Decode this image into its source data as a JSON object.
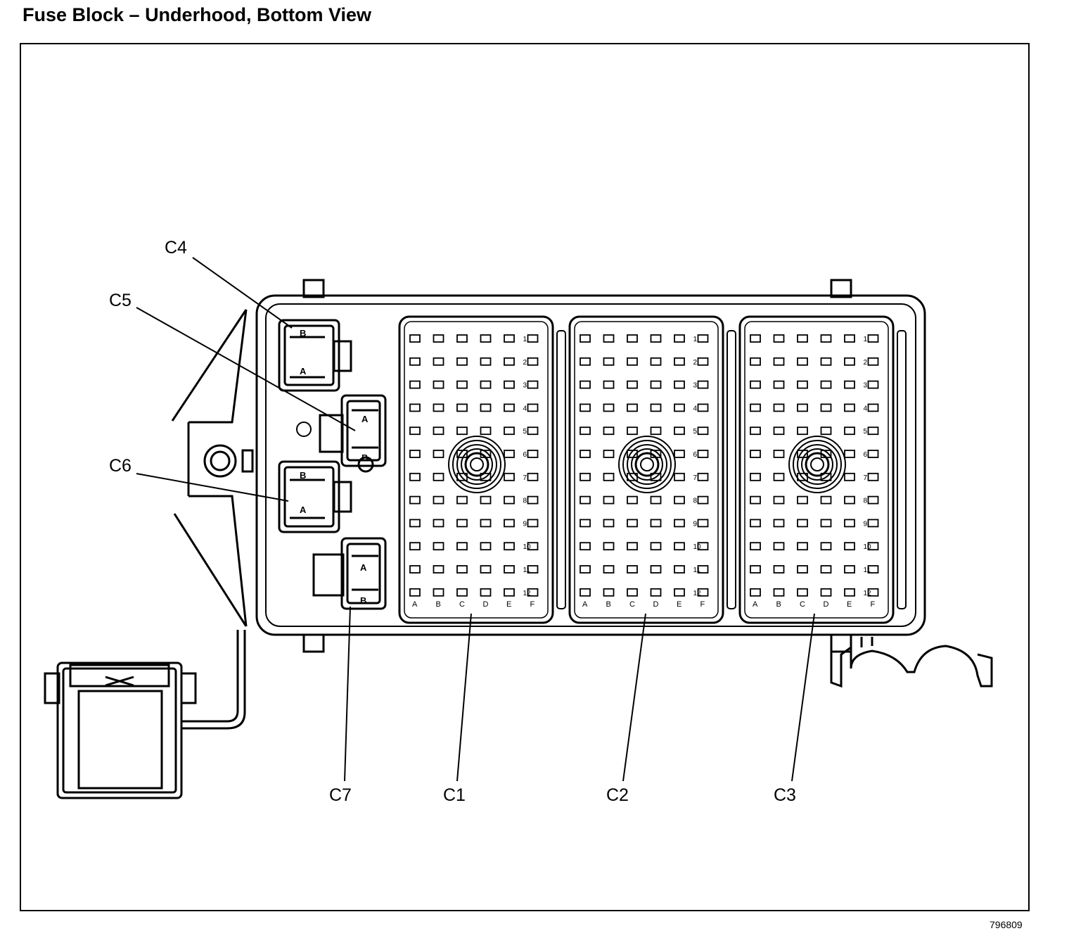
{
  "title": "Fuse Block – Underhood, Bottom View",
  "figure_id": "796809",
  "callouts": {
    "c1": "C1",
    "c2": "C2",
    "c3": "C3",
    "c4": "C4",
    "c5": "C5",
    "c6": "C6",
    "c7": "C7"
  },
  "connector_grid": {
    "columns": [
      "A",
      "B",
      "C",
      "D",
      "E",
      "F"
    ],
    "rows": [
      "1",
      "2",
      "3",
      "4",
      "5",
      "6",
      "7",
      "8",
      "9",
      "10",
      "11",
      "12"
    ]
  },
  "small_connectors": {
    "terminal_a": "A",
    "terminal_b": "B"
  }
}
